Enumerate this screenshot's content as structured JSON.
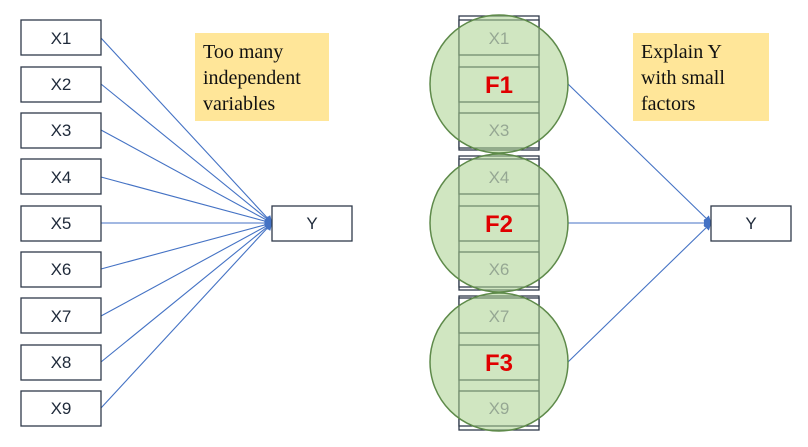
{
  "left_panel": {
    "variables": [
      "X1",
      "X2",
      "X3",
      "X4",
      "X5",
      "X6",
      "X7",
      "X8",
      "X9"
    ],
    "target": "Y",
    "note_lines": [
      "Too many",
      "independent",
      "variables"
    ]
  },
  "right_panel": {
    "factors": [
      {
        "label": "F1",
        "variables": [
          "X1",
          "",
          "X3"
        ]
      },
      {
        "label": "F2",
        "variables": [
          "X4",
          "",
          "X6"
        ]
      },
      {
        "label": "F3",
        "variables": [
          "X7",
          "",
          "X9"
        ]
      }
    ],
    "target": "Y",
    "note_lines": [
      "Explain Y",
      "with small",
      "factors"
    ]
  },
  "colors": {
    "arrow": "#4472c4",
    "note_fill": "#ffe699",
    "factor_fill": "#a9d18e",
    "factor_label": "#e00000"
  }
}
